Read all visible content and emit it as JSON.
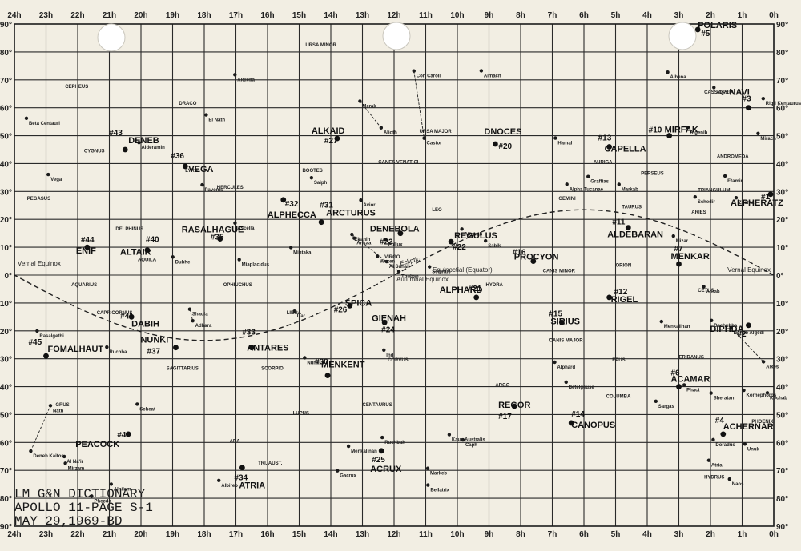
{
  "ra_labels": [
    "24h",
    "23h",
    "22h",
    "21h",
    "20h",
    "19h",
    "18h",
    "17h",
    "16h",
    "15h",
    "14h",
    "13h",
    "12h",
    "11h",
    "10h",
    "9h",
    "8h",
    "7h",
    "6h",
    "5h",
    "4h",
    "3h",
    "2h",
    "1h",
    "0h"
  ],
  "dec_labels_left": [
    "90°",
    "80°",
    "70°",
    "60°",
    "50°",
    "40°",
    "30°",
    "20°",
    "10°",
    "0°",
    "10°",
    "20°",
    "30°",
    "40°",
    "50°",
    "60°",
    "70°",
    "80°",
    "90°"
  ],
  "dec_labels_right": [
    "90°",
    "80°",
    "70°",
    "60°",
    "50°",
    "40°",
    "30°",
    "20°",
    "10°",
    "0°",
    "10°",
    "20°",
    "30°",
    "40°",
    "50°",
    "60°",
    "70°",
    "80°",
    "90°"
  ],
  "title_lines": [
    "LM G&N DICTIONARY",
    "APOLLO 11-PAGE S-1",
    "MAY 29,1969-BD"
  ],
  "circle_lines": [
    "Vernal Equinox",
    "Vernal Equinox",
    "Ecliptic",
    "Equinoctial (Equator)",
    "Autumnal Equinox"
  ],
  "nav_stars": [
    {
      "name": "POLARIS",
      "num": "5"
    },
    {
      "name": "NAVI",
      "num": "3"
    },
    {
      "name": "MIRFAK",
      "num": "10"
    },
    {
      "name": "CAPELLA",
      "num": "13"
    },
    {
      "name": "DNOCES",
      "num": "20"
    },
    {
      "name": "ALKAID",
      "num": "27"
    },
    {
      "name": "DENEB",
      "num": "43"
    },
    {
      "name": "VEGA",
      "num": "36"
    },
    {
      "name": "ALPHERATZ",
      "num": "1"
    },
    {
      "name": "ARCTURUS",
      "num": "31"
    },
    {
      "name": "ALPHECCA",
      "num": "32"
    },
    {
      "name": "RASALHAGUE",
      "num": "35"
    },
    {
      "name": "ENIF",
      "num": "44"
    },
    {
      "name": "ALTAIR",
      "num": "40"
    },
    {
      "name": "DENEBOLA",
      "num": "23"
    },
    {
      "name": "REGULUS",
      "num": "22"
    },
    {
      "name": "PROCYON",
      "num": "16"
    },
    {
      "name": "ALDEBARAN",
      "num": "11"
    },
    {
      "name": "MENKAR",
      "num": "7"
    },
    {
      "name": "ALPHARD",
      "num": "21"
    },
    {
      "name": "SPICA",
      "num": "26"
    },
    {
      "name": "GIENAH",
      "num": "24"
    },
    {
      "name": "SIRIUS",
      "num": "15"
    },
    {
      "name": "RIGEL",
      "num": "12"
    },
    {
      "name": "DABIH",
      "num": "41"
    },
    {
      "name": "DIPHDA",
      "num": "2"
    },
    {
      "name": "FOMALHAUT",
      "num": "45"
    },
    {
      "name": "NUNKI",
      "num": "37"
    },
    {
      "name": "ANTARES",
      "num": "33"
    },
    {
      "name": "MENKENT",
      "num": "30"
    },
    {
      "name": "ACAMAR",
      "num": "6"
    },
    {
      "name": "REGOR",
      "num": "17"
    },
    {
      "name": "CANOPUS",
      "num": "14"
    },
    {
      "name": "PEACOCK",
      "num": "42"
    },
    {
      "name": "ACHERNAR",
      "num": "4"
    },
    {
      "name": "ACRUX",
      "num": "25"
    },
    {
      "name": "ATRIA",
      "num": "34"
    }
  ],
  "constellations": [
    "URSA MINOR",
    "CEPHEUS",
    "DRACO",
    "CASSIOPEIA",
    "URSA MAJOR",
    "CYGNUS",
    "CANES VENATICI",
    "AURIGA",
    "PERSEUS",
    "ANDROMEDA",
    "LYRA",
    "BOOTES",
    "HERCULES",
    "LEO",
    "GEMINI",
    "TAURUS",
    "PEGASUS",
    "TRIANGULUM",
    "ARIES",
    "DELPHINUS",
    "AQUILA",
    "VIRGO",
    "OPHIUCHUS",
    "ORION",
    "CANIS MINOR",
    "AQUARIUS",
    "HYDRA",
    "LIBRA",
    "CETUS",
    "CAPRICORNUS",
    "CORVUS",
    "LEPUS",
    "CANIS MAJOR",
    "SAGITTARIUS",
    "SCORPIO",
    "ERIDANUS",
    "COLUMBA",
    "ARGO",
    "GRUS",
    "LUPUS",
    "CENTAURUS",
    "PHOENIX",
    "ARA",
    "HYDRUS",
    "TRI. AUST."
  ],
  "minor_stars": [
    "Kochab",
    "Alderamin",
    "Etamin",
    "Dubhe",
    "Merak",
    "Alioth",
    "Mizar",
    "Phecda",
    "Caph",
    "Ruchbah",
    "Schedir",
    "Mirach",
    "Almach",
    "Menkalinan",
    "Algol",
    "Cor. Caroli",
    "Castor",
    "Pollux",
    "El Nath",
    "Scheat",
    "Markab",
    "Hamal",
    "Sheratan",
    "Albireo",
    "Izar",
    "Unuk",
    "Zosma",
    "Algenib",
    "Betelgeuse",
    "Bellatrix",
    "Sabik",
    "Shaula",
    "Adhara",
    "Wezen",
    "Phact",
    "Al Suhail",
    "Miaplacidus",
    "Rigil Kentaurus",
    "Beta Centauri",
    "Al Na'ir",
    "Doradus",
    "Alpha Tucanae",
    "Pavonis",
    "Indi",
    "Deneb Kaitos",
    "Nath",
    "Vega",
    "Deneb Algedi",
    "Alkes",
    "Gacrux",
    "Alhena",
    "Alnilam",
    "Saiph",
    "Mintaka",
    "Acrab",
    "Graffias",
    "Kaus Australis",
    "Nunki",
    "Ascella",
    "Sargas",
    "Avior",
    "Naos",
    "Markeb",
    "Mirzam",
    "Dschubba",
    "Atria",
    "Ankaa",
    "Eltanin",
    "Thuban",
    "Rasalgethi",
    "Kornephoros",
    "Seginus",
    "Algieba",
    "Algorab",
    "Alphard",
    "Ruchba",
    "Menkalinan"
  ],
  "colors": {
    "paper": "#f2eee3",
    "ink": "#1b1b1b",
    "hole": "#ffffff"
  }
}
